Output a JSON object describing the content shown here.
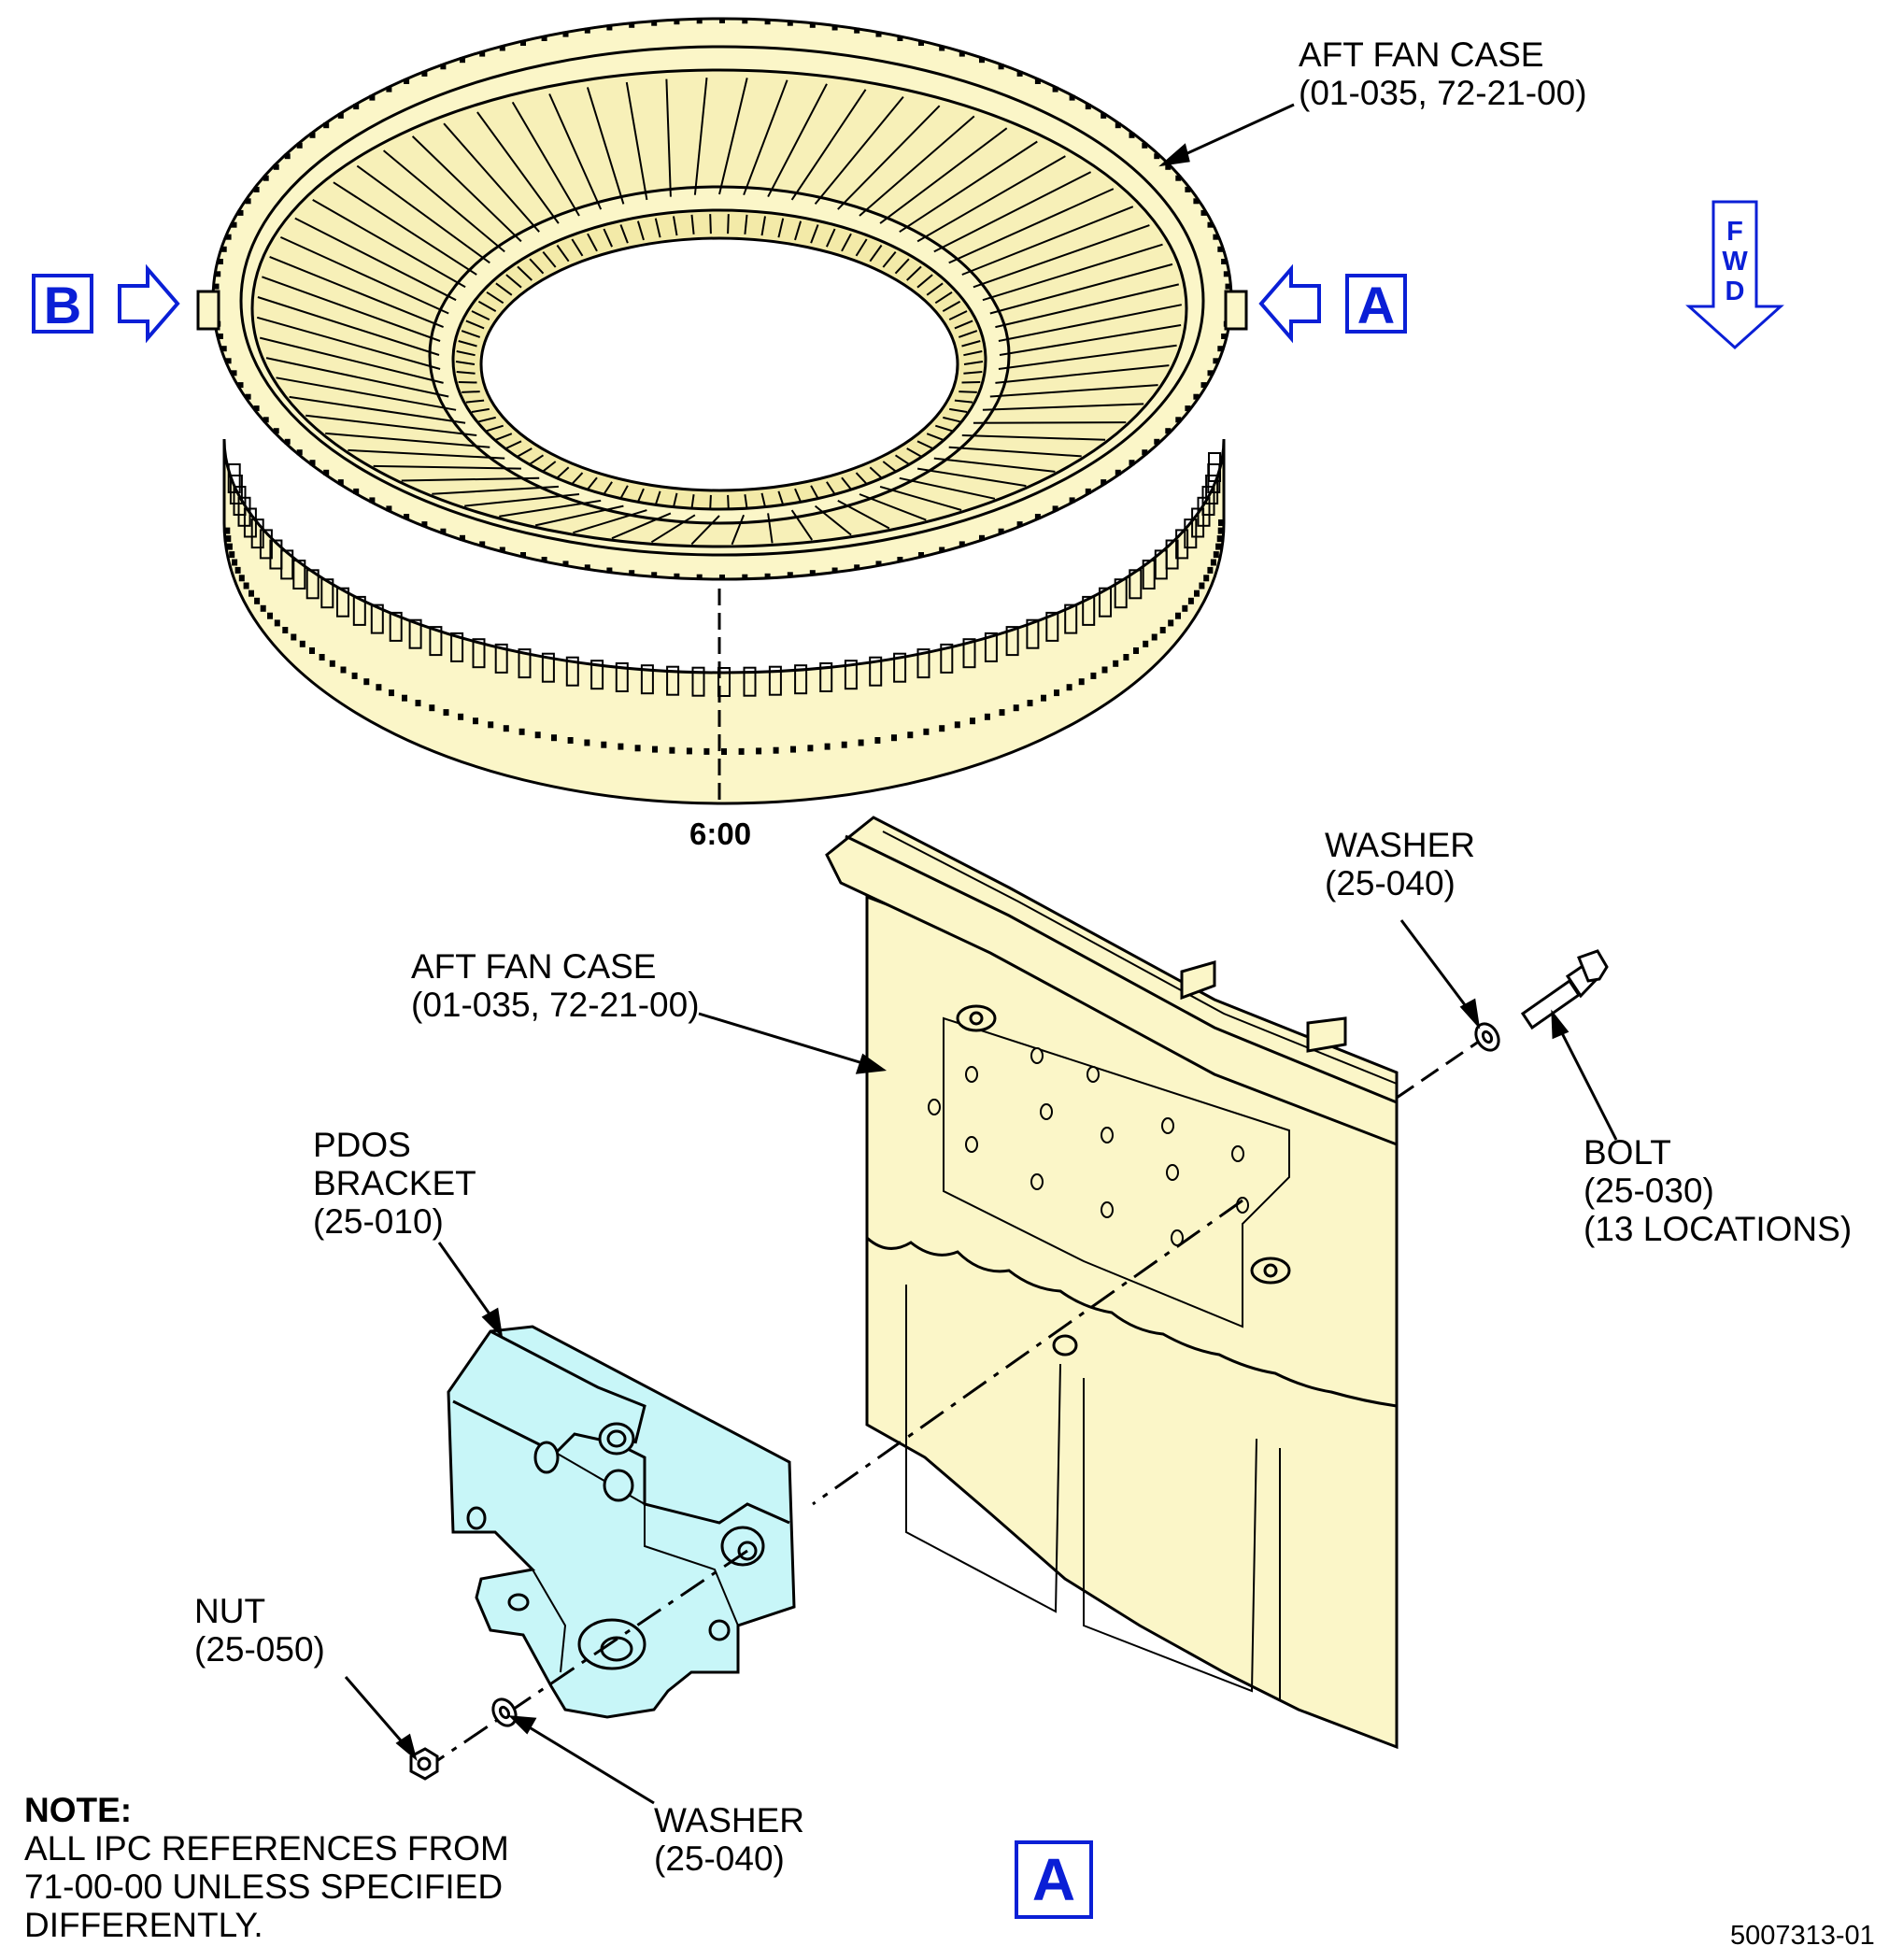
{
  "labels": {
    "aft_fan_case_top": "AFT FAN CASE\n(01-035, 72-21-00)",
    "aft_fan_case_detail": "AFT FAN CASE\n(01-035, 72-21-00)",
    "washer_top": "WASHER\n(25-040)",
    "bolt": "BOLT\n(25-030)\n(13 LOCATIONS)",
    "pdos_bracket": "PDOS\nBRACKET\n(25-010)",
    "nut": "NUT\n(25-050)",
    "washer_bottom": "WASHER\n(25-040)",
    "clock_position": "6:00",
    "note_title": "NOTE:",
    "note_body": "ALL IPC REFERENCES FROM\n71-00-00 UNLESS SPECIFIED\nDIFFERENTLY.",
    "figure_id": "5007313-01"
  },
  "view_markers": {
    "left": "B",
    "right": "A",
    "detail": "A"
  },
  "fwd_arrow": [
    "F",
    "W",
    "D"
  ],
  "colors": {
    "fan_case_fill": "#fbf6c8",
    "bracket_fill": "#c8f6f8",
    "view_marker_blue": "#0a1fd6",
    "line": "#000000"
  }
}
